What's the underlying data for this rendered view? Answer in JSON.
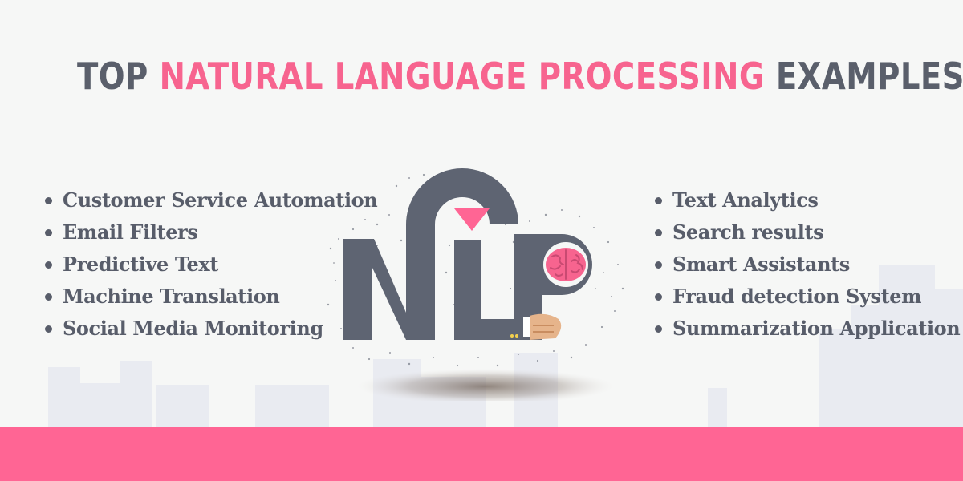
{
  "header": {
    "title_prefix": "TOP",
    "title_highlight": "NATURAL LANGUAGE PROCESSING",
    "title_suffix": "EXAMPLES"
  },
  "left_list": [
    {
      "label": "Customer Service Automation"
    },
    {
      "label": "Email Filters"
    },
    {
      "label": "Predictive Text"
    },
    {
      "label": "Machine Translation"
    },
    {
      "label": "Social Media Monitoring"
    }
  ],
  "right_list": [
    {
      "label": "Text Analytics"
    },
    {
      "label": "Search results"
    },
    {
      "label": "Smart Assistants"
    },
    {
      "label": "Fraud detection System"
    },
    {
      "label": "Summarization Application"
    }
  ],
  "logo": {
    "letters": "NLP"
  },
  "colors": {
    "accent": "#ff6594",
    "text": "#585d6a",
    "logo_gray": "#5e6472",
    "brain": "#f7648f",
    "skyline": "#e8eaf1",
    "background": "#f6f7f6"
  }
}
